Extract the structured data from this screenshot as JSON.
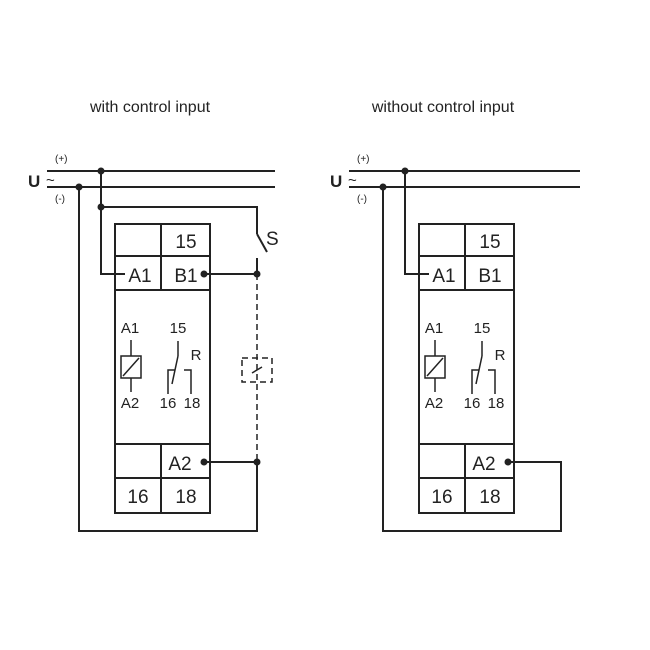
{
  "left": {
    "caption": "with control input",
    "supply_label": "U",
    "supply_symbol": "~",
    "plus": "(+)",
    "minus": "(-)",
    "switch_label": "S",
    "terminals": {
      "t15": "15",
      "a1": "A1",
      "b1": "B1",
      "a2": "A2",
      "t16": "16",
      "t18": "18"
    },
    "symbol_labels": {
      "a1": "A1",
      "a2": "A2",
      "c15": "15",
      "r": "R",
      "c16": "16",
      "c18": "18"
    }
  },
  "right": {
    "caption": "without control input",
    "supply_label": "U",
    "supply_symbol": "~",
    "plus": "(+)",
    "minus": "(-)",
    "terminals": {
      "t15": "15",
      "a1": "A1",
      "b1": "B1",
      "a2": "A2",
      "t16": "16",
      "t18": "18"
    },
    "symbol_labels": {
      "a1": "A1",
      "a2": "A2",
      "c15": "15",
      "r": "R",
      "c16": "16",
      "c18": "18"
    }
  }
}
